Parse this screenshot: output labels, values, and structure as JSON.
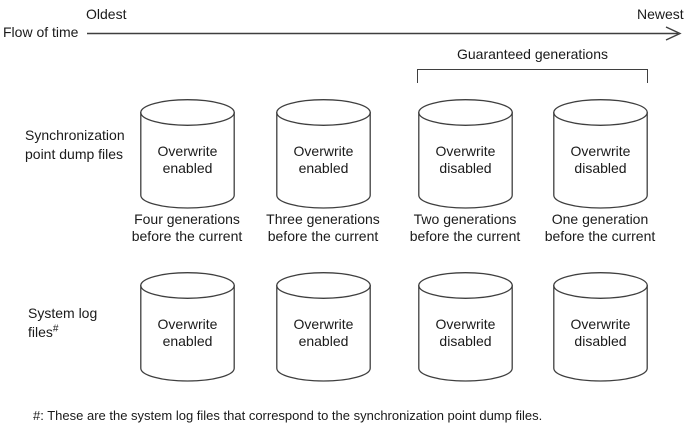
{
  "timeline": {
    "label": "Flow of time",
    "oldest": "Oldest",
    "newest": "Newest"
  },
  "guaranteed": {
    "label": "Guaranteed generations"
  },
  "rows": [
    {
      "label_line1": "Synchronization",
      "label_line2": "point dump files",
      "cylinders": [
        {
          "line1": "Overwrite",
          "line2": "enabled"
        },
        {
          "line1": "Overwrite",
          "line2": "enabled"
        },
        {
          "line1": "Overwrite",
          "line2": "disabled"
        },
        {
          "line1": "Overwrite",
          "line2": "disabled"
        }
      ]
    },
    {
      "label_line1": "System log",
      "label_line2": "files",
      "label_sup": "#",
      "cylinders": [
        {
          "line1": "Overwrite",
          "line2": "enabled"
        },
        {
          "line1": "Overwrite",
          "line2": "enabled"
        },
        {
          "line1": "Overwrite",
          "line2": "disabled"
        },
        {
          "line1": "Overwrite",
          "line2": "disabled"
        }
      ]
    }
  ],
  "captions": [
    {
      "line1": "Four generations",
      "line2": "before the current"
    },
    {
      "line1": "Three generations",
      "line2": "before the current"
    },
    {
      "line1": "Two generations",
      "line2": "before the current"
    },
    {
      "line1": "One generation",
      "line2": "before the current"
    }
  ],
  "note": "#: These are the system log files that correspond to the synchronization point dump files.",
  "colors": {
    "line": "#3f3f3f",
    "text": "#1a1a1a"
  }
}
